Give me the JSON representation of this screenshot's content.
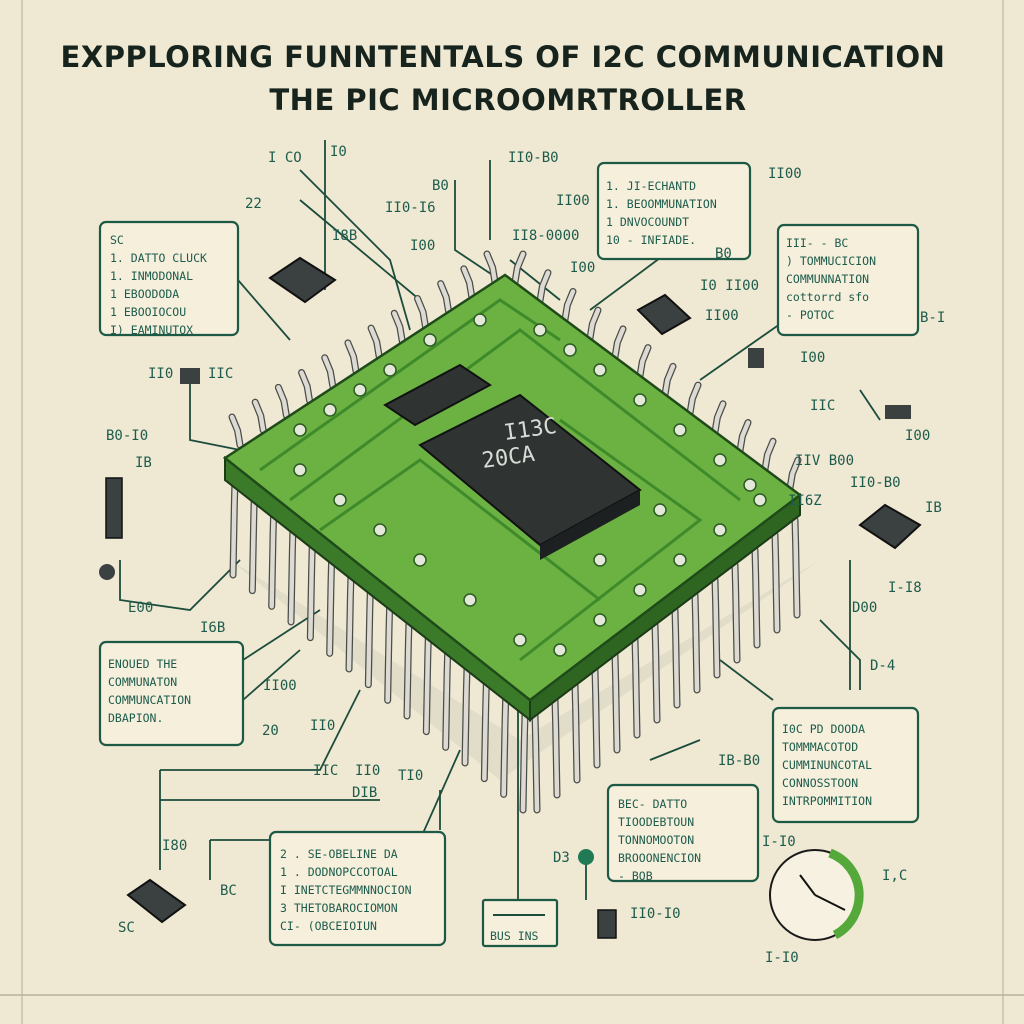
{
  "title": {
    "line1": "EXPPLORING FUNNTENTALS OF I2C COMMUNICATION",
    "line2": "THE PIC MICROOMRTROLLER"
  },
  "chip": {
    "marking1": "I13C",
    "marking2": "20CA"
  },
  "boxes": {
    "left_top": [
      "SC",
      "1. DATTO CLUCK",
      "1. INMODONAL",
      "1 EBOODODA",
      "1 EBOOIOCOU",
      "I) EAMINUTOX"
    ],
    "top_middle": [
      "1. JI-ECHANTD",
      "1. BEOOMMUNATION",
      "1  DNVOCOUNDT",
      "10 - INFIADE."
    ],
    "right_top": [
      "III- - BC",
      ") TOMMUCICION",
      "COMMUNNATION",
      "cottorrd sfo",
      "- POTOC"
    ],
    "left_bottom": [
      "ENOUED THE",
      "COMMUNATON",
      "COMMUNCATION",
      "DBAPION."
    ],
    "right_bottom": [
      "I0C PD DOODA",
      "TOMMMACOTOD",
      "CUMMINUNCOTAL",
      "CONNOSSTOON",
      "INTRPOMMITION"
    ],
    "bottom_center": [
      "2 . SE-OBELINE DA",
      "1 . DODNOPCCOTOAL",
      "I  INETCTEGMMNNOCION",
      "3  THETOBAROCIOMON",
      "CI- (OBCEIOIUN"
    ],
    "bottom_right_center": [
      "BEC- DATTO",
      "TIOODEBTOUN",
      "TONNOMOOTON",
      "BROOONENCION",
      "- BOB"
    ],
    "bus": "BUS INS"
  },
  "labels": [
    "I CO",
    "I0",
    "II0-B0",
    "B0",
    "II0-I6",
    "II00",
    "II00",
    "B0",
    "22",
    "I8B",
    "I00",
    "II8-0000",
    "I00",
    "I0 II00",
    "II00",
    "B-I",
    "II0",
    "IIC",
    "B0-I0",
    "I00",
    "IIC",
    "IB",
    "I00",
    "IIV B00",
    "II0-B0",
    "II6Z",
    "IB",
    "I-I8",
    "D00",
    "D-4",
    "E00",
    "I6B",
    "II00",
    "20",
    "II0",
    "IIC",
    "II0",
    "TI0",
    "DIB",
    "IB-B0",
    "I-I0",
    "I80",
    "SC",
    "BC",
    "D3",
    "II0-I0",
    "I-I0",
    "I,C"
  ],
  "colors": {
    "paper": "#efe8d3",
    "ink": "#1c5a45",
    "board": "#5fa83a",
    "chip": "#2f3433"
  }
}
